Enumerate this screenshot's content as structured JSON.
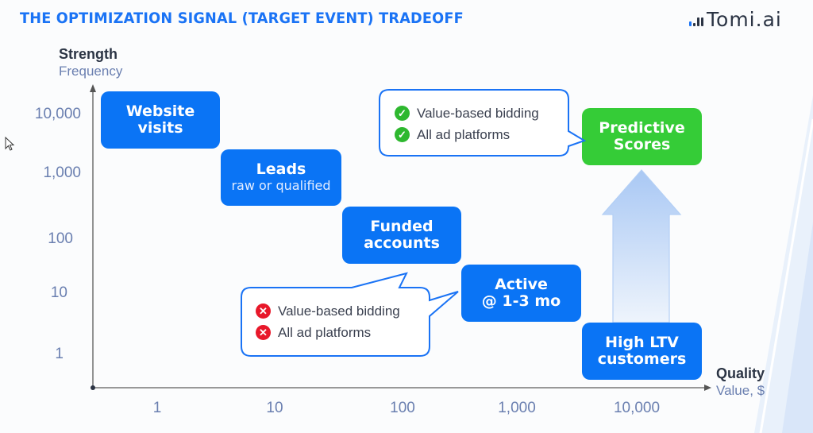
{
  "header": {
    "title": "THE OPTIMIZATION SIGNAL (TARGET EVENT) TRADEOFF",
    "logo_text": "Tomi.ai",
    "brand_color": "#1a73f5"
  },
  "axes": {
    "y": {
      "label": "Strength",
      "sublabel": "Frequency",
      "ticks": [
        "10,000",
        "1,000",
        "100",
        "10",
        "1"
      ]
    },
    "x": {
      "label": "Quality",
      "sublabel": "Value, $",
      "ticks": [
        "1",
        "10",
        "100",
        "1,000",
        "10,000"
      ]
    }
  },
  "boxes": [
    {
      "id": "website-visits",
      "title": "Website visits",
      "line1": "Website",
      "line2": "visits",
      "color": "#0a74f5"
    },
    {
      "id": "leads",
      "line1": "Leads",
      "sub": "raw or qualified",
      "color": "#0a74f5"
    },
    {
      "id": "funded-accounts",
      "line1": "Funded",
      "line2": "accounts",
      "color": "#0a74f5"
    },
    {
      "id": "active",
      "line1": "Active",
      "line2": "@ 1-3 mo",
      "color": "#0a74f5"
    },
    {
      "id": "high-ltv",
      "line1": "High LTV",
      "line2": "customers",
      "color": "#0a74f5"
    },
    {
      "id": "predictive-scores",
      "line1": "Predictive",
      "line2": "Scores",
      "color": "#35cc37"
    }
  ],
  "callouts": {
    "positive": {
      "items": [
        {
          "icon": "check-circle-icon",
          "text": "Value-based bidding"
        },
        {
          "icon": "check-circle-icon",
          "text": "All ad platforms"
        }
      ]
    },
    "negative": {
      "items": [
        {
          "icon": "x-circle-icon",
          "text": "Value-based bidding"
        },
        {
          "icon": "x-circle-icon",
          "text": "All ad platforms"
        }
      ]
    }
  },
  "glyphs": {
    "check": "✓",
    "cross": "✕"
  }
}
